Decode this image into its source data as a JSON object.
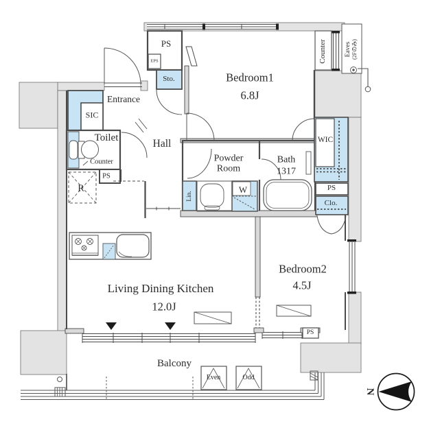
{
  "rooms": {
    "bedroom1": {
      "name": "Bedroom1",
      "area": "6.8J"
    },
    "bedroom2": {
      "name": "Bedroom2",
      "area": "4.5J"
    },
    "ldk": {
      "name": "Living Dining Kitchen",
      "area": "12.0J"
    },
    "balcony": {
      "name": "Balcony"
    },
    "hall": {
      "name": "Hall"
    },
    "entrance": {
      "name": "Entrance"
    },
    "toilet": {
      "name": "Toilet"
    },
    "powder_room": {
      "line1": "Powder",
      "line2": "Room"
    },
    "bath": {
      "name": "Bath",
      "size": "1317"
    }
  },
  "storage": {
    "sic": "SIC",
    "sto": "Sto.",
    "wic": "WIC",
    "clo": "Clo.",
    "lin": "Lin.",
    "washer": "W",
    "fridge": "R"
  },
  "labels": {
    "ps": "PS",
    "eps": "EPS",
    "counter": "Counter",
    "eaves_line1": "Eaves",
    "eaves_line2": "(2Fのみ)",
    "even": "Even",
    "odd": "Odd"
  },
  "compass": {
    "north": "N"
  },
  "colors": {
    "storage_fill": "#c8e4f4",
    "exterior_fill": "#e3e3e3",
    "wall": "#4a4a4a"
  }
}
